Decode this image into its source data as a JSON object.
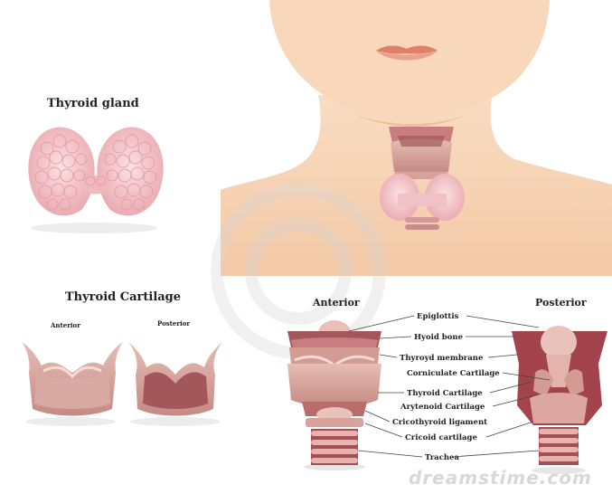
{
  "titles": {
    "thyroid_gland": "Thyroid gland",
    "thyroid_cartilage": "Thyroid Cartilage",
    "cartilage_anterior": "Anterior",
    "cartilage_posterior": "Posterior",
    "larynx_anterior": "Anterior",
    "larynx_posterior": "Posterior"
  },
  "parts": [
    "Epiglottis",
    "Hyoid bone",
    "Thyroyd membrane",
    "Corniculate Cartilage",
    "Thyroid Cartilage",
    "Arytenoid Cartilage",
    "Cricothyroid ligament",
    "Cricoid cartilage",
    "Trachea"
  ],
  "watermark": "dreamstime.com",
  "colors": {
    "skin": "#f7d3b4",
    "skin_shadow": "#ecb893",
    "lips": "#e79a84",
    "gland": "#f3bfc3",
    "gland_dot": "#e79aa3",
    "cartilage": "#cf9a93",
    "cartilage_dark": "#a3575a",
    "pink_light": "#f0d1cc",
    "background": "#ffffff"
  }
}
